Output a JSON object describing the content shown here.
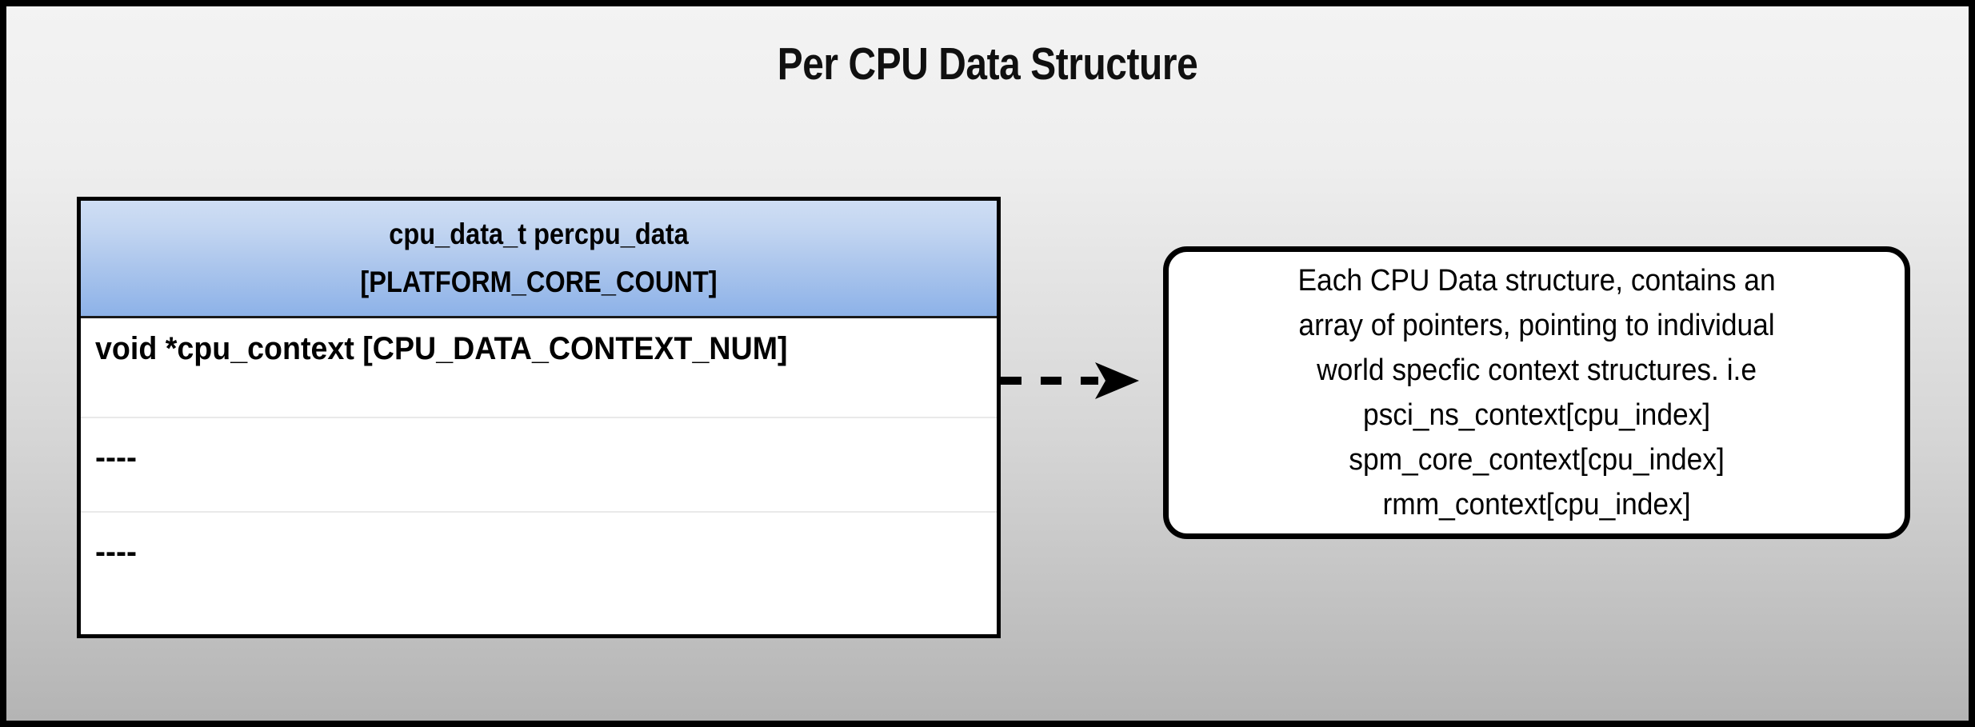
{
  "diagram": {
    "title": "Per CPU Data Structure",
    "background": {
      "gradient_top": "#f3f3f3",
      "gradient_bottom": "#b4b4b4",
      "border_color": "#000000"
    }
  },
  "struct_table": {
    "header": {
      "line1": "cpu_data_t percpu_data",
      "line2": "[PLATFORM_CORE_COUNT]",
      "gradient_top": "#cfdef4",
      "gradient_bottom": "#8db2e8"
    },
    "rows": [
      {
        "text": "void *cpu_context [CPU_DATA_CONTEXT_NUM]"
      },
      {
        "text": "----"
      },
      {
        "text": "----"
      }
    ]
  },
  "connector": {
    "style": "dashed-arrow",
    "direction": "right",
    "color": "#000000"
  },
  "callout": {
    "text": "Each CPU Data structure, contains an\narray of pointers, pointing to individual\nworld specfic context structures. i.e\npsci_ns_context[cpu_index]\nspm_core_context[cpu_index]\nrmm_context[cpu_index]",
    "border_color": "#000000",
    "background": "#ffffff"
  }
}
